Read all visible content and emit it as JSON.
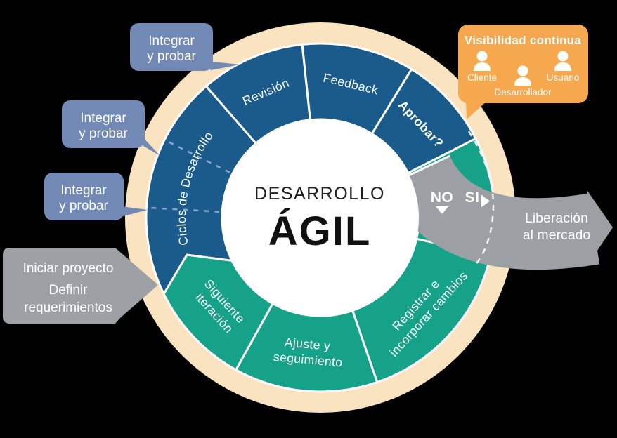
{
  "title_center": {
    "line1": "DESARROLLO",
    "line2": "ÁGIL"
  },
  "ring": {
    "revision": "Revisión",
    "feedback": "Feedback",
    "aprobar": "Aprobar?",
    "ciclos": "Ciclos de Desarrollo",
    "siguiente_l1": "Siguiente",
    "siguiente_l2": "iteración",
    "ajuste_l1": "Ajuste y",
    "ajuste_l2": "seguimiento",
    "registrar_l1": "Registrar e",
    "registrar_l2": "incorporar cambios"
  },
  "decision": {
    "no_label": "NO",
    "si_label": "SI",
    "release_l1": "Liberación",
    "release_l2": "al mercado"
  },
  "callouts": {
    "integrar_l1": "Integrar",
    "integrar_l2": "y probar",
    "start_l1": "Iniciar proyecto",
    "start_l2": "Definir",
    "start_l3": "requerimientos"
  },
  "visibility": {
    "title": "Visibilidad continua",
    "role_cliente": "Cliente",
    "role_desarrollador": "Desarrollador",
    "role_usuario": "Usuario"
  },
  "colors": {
    "blue": "#1A5B8B",
    "green": "#16A288",
    "beige": "#FAE3C1",
    "orange": "#F5A84E",
    "callout_blue": "#7189B4",
    "gray": "#9C9FA3",
    "dash": "#8EA6C9",
    "text_dark": "#1E1E1E"
  }
}
